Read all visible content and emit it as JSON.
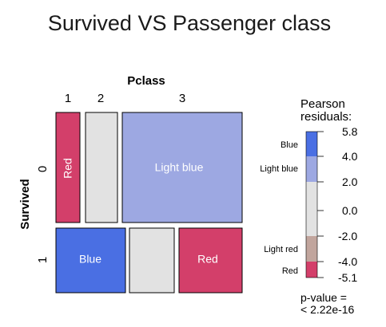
{
  "chart_data": {
    "type": "mosaic",
    "title": "Survived VS Passenger class",
    "x_variable": "Pclass",
    "y_variable": "Survived",
    "x_levels": [
      "1",
      "2",
      "3"
    ],
    "y_levels": [
      "0",
      "1"
    ],
    "cells": [
      {
        "survived": "0",
        "pclass": "1",
        "label": "Red",
        "color": "#D33F6A"
      },
      {
        "survived": "0",
        "pclass": "2",
        "label": "",
        "color": "#E2E2E2"
      },
      {
        "survived": "0",
        "pclass": "3",
        "label": "Light blue",
        "color": "#9DA8E2"
      },
      {
        "survived": "1",
        "pclass": "1",
        "label": "Blue",
        "color": "#4A6FE3"
      },
      {
        "survived": "1",
        "pclass": "2",
        "label": "",
        "color": "#E2E2E2"
      },
      {
        "survived": "1",
        "pclass": "3",
        "label": "Red",
        "color": "#D33F6A"
      }
    ],
    "legend": {
      "title_line1": "Pearson",
      "title_line2": "residuals:",
      "ticks": [
        "5.8",
        "4.0",
        "2.0",
        "0.0",
        "-2.0",
        "-4.0",
        "-5.1"
      ],
      "color_labels": [
        "Blue",
        "Light blue",
        "Light red",
        "Red"
      ],
      "bands": [
        {
          "color": "#4A6FE3"
        },
        {
          "color": "#9DA8E2"
        },
        {
          "color": "#E2E2E2"
        },
        {
          "color": "#C1A59D"
        },
        {
          "color": "#D33F6A"
        }
      ],
      "pvalue_line1": "p-value =",
      "pvalue_line2": "< 2.22e-16"
    }
  }
}
